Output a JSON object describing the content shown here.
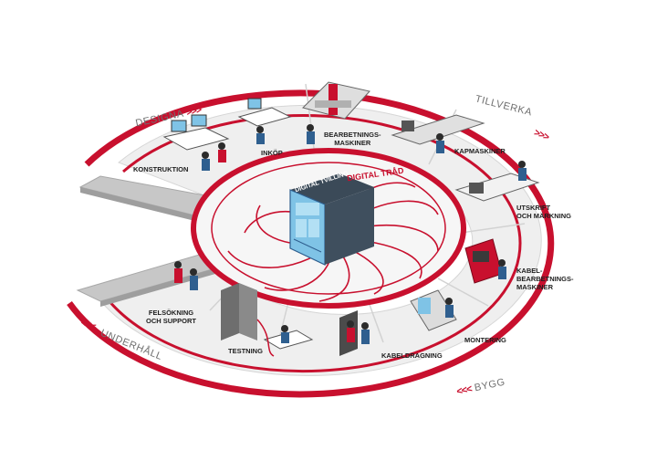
{
  "phases": {
    "designa": {
      "label": "DESIGNA",
      "arrows": ">>>"
    },
    "tillverka": {
      "label": "TILLVERKA",
      "arrows": ">>>"
    },
    "bygg": {
      "label": "BYGG",
      "arrows": "<<<"
    },
    "underhall": {
      "label": "UNDERHÅLL",
      "arrows": "<<<"
    }
  },
  "center": {
    "thread_label": "DIGITAL TRÅD",
    "cabinet_label": "DIGITAL TVILLING"
  },
  "stations": {
    "konstruktion": "KONSTRUKTION",
    "inkop": "INKÖP",
    "bearbetning": "BEARBETNINGS-\nMASKINER",
    "kapmaskiner": "KAPMASKINER",
    "utskrift": "UTSKRIFT\nOCH MÄRKNING",
    "kabelbearbetning": "KABEL-\nBEARBETNINGS-\nMASKINER",
    "montering": "MONTERING",
    "kabeldragning": "KABELDRAGNING",
    "testning": "TESTNING",
    "felsokning": "FELSÖKNING\nOCH SUPPORT"
  },
  "colors": {
    "accent_red": "#c8102e",
    "ring_grey": "#ececec",
    "ramp_grey": "#bdbdbd",
    "text_dark": "#1e1e1e",
    "phase_grey": "#6f6f6f",
    "worker_blue": "#2f5f8f",
    "worker_red": "#c8102e",
    "cabinet_blue": "#7fc3e6"
  }
}
